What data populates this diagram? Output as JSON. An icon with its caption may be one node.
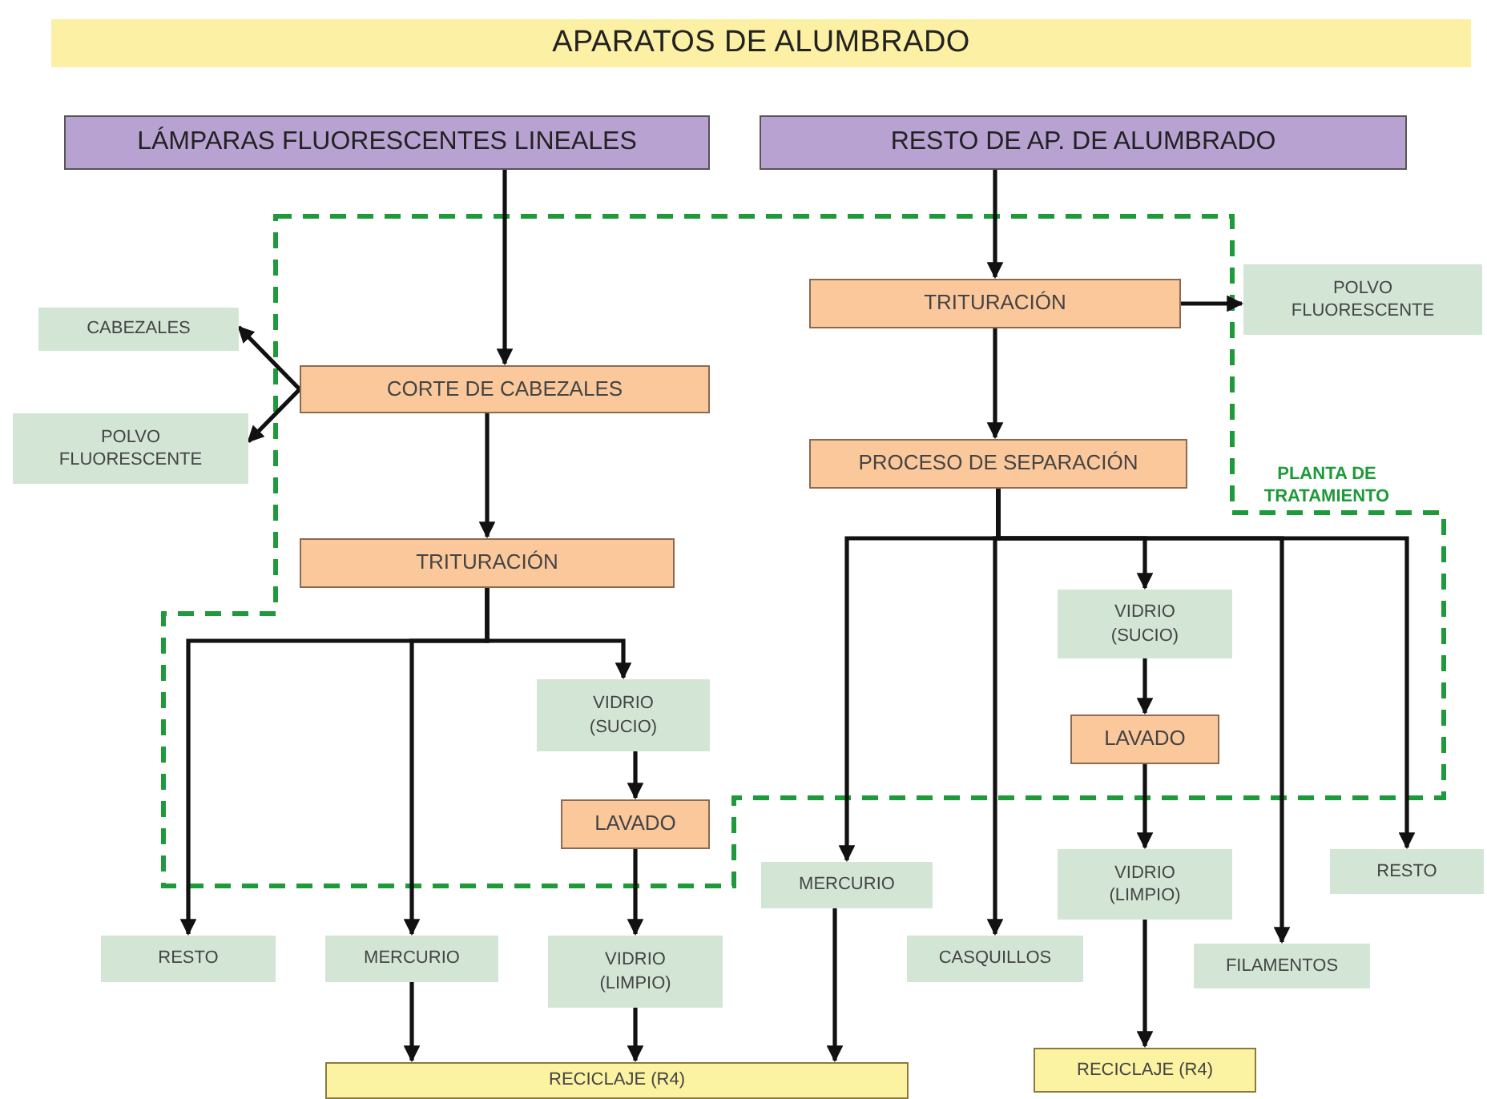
{
  "diagram": {
    "title": "APARATOS DE ALUMBRADO",
    "nodes": [
      {
        "text": [
          "LÁMPARAS FLUORESCENTES LINEALES"
        ]
      },
      {
        "text": [
          "RESTO DE AP. DE ALUMBRADO"
        ]
      },
      {
        "text": [
          "CABEZALES"
        ]
      },
      {
        "text": [
          "CORTE DE CABEZALES"
        ]
      },
      {
        "text": [
          "POLVO FLUORESCENTE"
        ]
      },
      {
        "text": [
          "TRITURACIÓN"
        ]
      },
      {
        "text": [
          "TRITURACIÓN"
        ]
      },
      {
        "text": [
          "POLVO FLUORESCENTE"
        ]
      },
      {
        "text": [
          "PROCESO DE SEPARACIÓN"
        ]
      },
      {
        "text": [
          "VIDRIO (SUCIO)"
        ]
      },
      {
        "text": [
          "LAVADO"
        ]
      },
      {
        "text": [
          "VIDRIO (SUCIO)"
        ]
      },
      {
        "text": [
          "LAVADO"
        ]
      },
      {
        "text": [
          "RESTO"
        ]
      },
      {
        "text": [
          "MERCURIO"
        ]
      },
      {
        "text": [
          "VIDRIO (LIMPIO)"
        ]
      },
      {
        "text": [
          "MERCURIO"
        ]
      },
      {
        "text": [
          "CASQUILLOS"
        ]
      },
      {
        "text": [
          "VIDRIO (LIMPIO)"
        ]
      },
      {
        "text": [
          "FILAMENTOS"
        ]
      },
      {
        "text": [
          "RESTO"
        ]
      },
      {
        "text": [
          "RECICLAJE (R4)"
        ]
      },
      {
        "text": [
          "RECICLAJE (R4)"
        ]
      }
    ],
    "edges": [
      {
        "from": 0,
        "to": 3,
        "arrow": "to"
      },
      {
        "from": 3,
        "to": 2,
        "arrow": "to"
      },
      {
        "from": 3,
        "to": 4,
        "arrow": "to"
      },
      {
        "from": 3,
        "to": 5,
        "arrow": "to"
      },
      {
        "from": 5,
        "to": 13,
        "arrow": "to"
      },
      {
        "from": 5,
        "to": 14,
        "arrow": "to"
      },
      {
        "from": 5,
        "to": 9,
        "arrow": "to"
      },
      {
        "from": 9,
        "to": 10,
        "arrow": "to"
      },
      {
        "from": 10,
        "to": 15,
        "arrow": "to"
      },
      {
        "from": 14,
        "to": 21,
        "arrow": "to"
      },
      {
        "from": 15,
        "to": 21,
        "arrow": "to"
      },
      {
        "from": 1,
        "to": 6,
        "arrow": "to"
      },
      {
        "from": 6,
        "to": 7,
        "arrow": "to"
      },
      {
        "from": 6,
        "to": 8,
        "arrow": "to"
      },
      {
        "from": 8,
        "to": 16,
        "arrow": "to"
      },
      {
        "from": 8,
        "to": 17,
        "arrow": "to"
      },
      {
        "from": 8,
        "to": 11,
        "arrow": "to"
      },
      {
        "from": 8,
        "to": 19,
        "arrow": "to"
      },
      {
        "from": 8,
        "to": 20,
        "arrow": "to"
      },
      {
        "from": 11,
        "to": 12,
        "arrow": "to"
      },
      {
        "from": 12,
        "to": 18,
        "arrow": "to"
      },
      {
        "from": 18,
        "to": 22,
        "arrow": "to"
      },
      {
        "from": 16,
        "to": 21,
        "arrow": "to"
      }
    ],
    "labels": [
      "PLANTA DE TRATAMIENTO"
    ]
  }
}
